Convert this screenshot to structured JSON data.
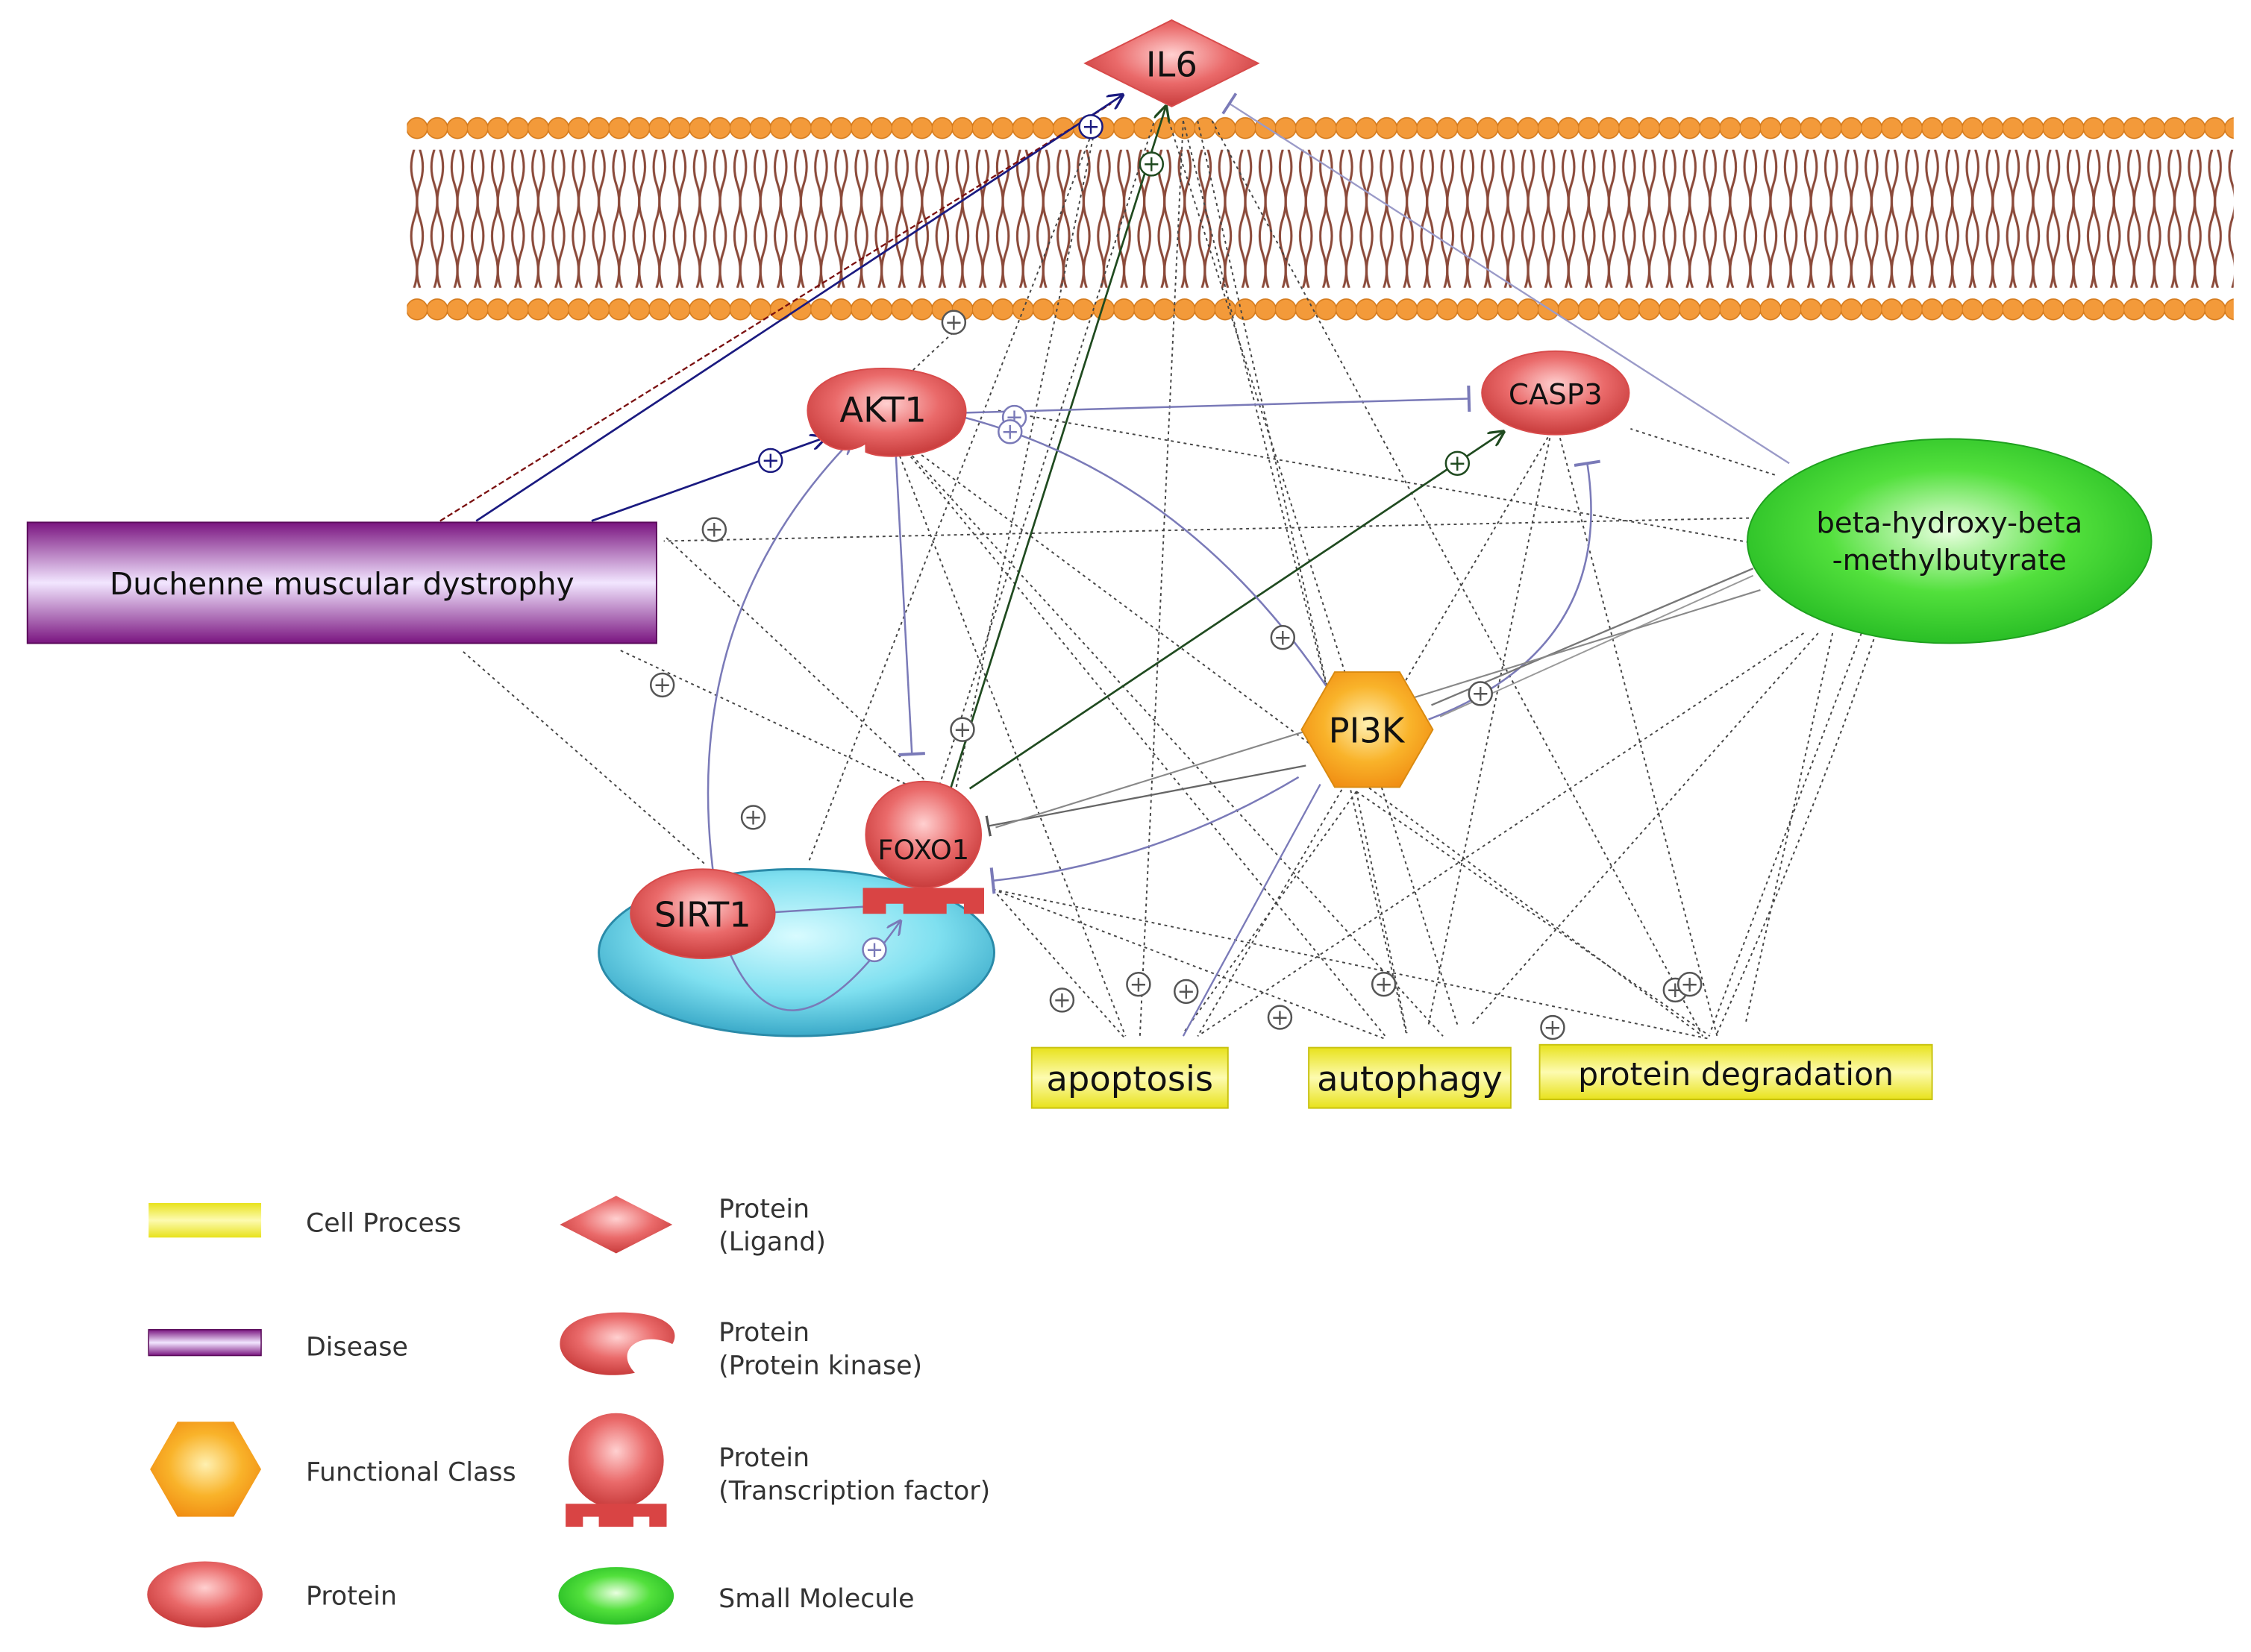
{
  "nodes": {
    "il6": {
      "label": "IL6",
      "kind": "Protein (Ligand)"
    },
    "akt1": {
      "label": "AKT1",
      "kind": "Protein (Protein kinase)"
    },
    "casp3": {
      "label": "CASP3",
      "kind": "Protein"
    },
    "dmd": {
      "label": "Duchenne muscular dystrophy",
      "kind": "Disease"
    },
    "hmb": {
      "line1": "beta-hydroxy-beta",
      "line2": "-methylbutyrate",
      "kind": "Small Molecule"
    },
    "pi3k": {
      "label": "PI3K",
      "kind": "Functional Class"
    },
    "foxo1": {
      "label": "FOXO1",
      "kind": "Protein (Transcription factor)"
    },
    "sirt1": {
      "label": "SIRT1",
      "kind": "Protein"
    },
    "apoptosis": {
      "label": "apoptosis",
      "kind": "Cell Process"
    },
    "autophagy": {
      "label": "autophagy",
      "kind": "Cell Process"
    },
    "protein_degradation": {
      "label": "protein degradation",
      "kind": "Cell Process"
    }
  },
  "edge_markers": {
    "activation": "+",
    "inhibition": "⊣"
  },
  "legend": {
    "items": [
      {
        "key": "cell_process",
        "label": "Cell Process"
      },
      {
        "key": "disease",
        "label": "Disease"
      },
      {
        "key": "functional_class",
        "label": "Functional Class"
      },
      {
        "key": "protein",
        "label": "Protein"
      },
      {
        "key": "ligand",
        "line1": "Protein",
        "line2": "(Ligand)"
      },
      {
        "key": "kinase",
        "line1": "Protein",
        "line2": "(Protein kinase)"
      },
      {
        "key": "tf",
        "line1": "Protein",
        "line2": "(Transcription factor)"
      },
      {
        "key": "small_molecule",
        "label": "Small Molecule"
      }
    ]
  },
  "colors": {
    "protein": "#e05a5a",
    "disease": "#8a1a8a",
    "cell_process": "#f2ef3a",
    "functional_class": "#f5a21e",
    "small_molecule": "#2fd12f",
    "membrane_head": "#f39a3a",
    "membrane_tail": "#8b4a3a",
    "cytoplasm": "#7fe0f0",
    "edge_blue": "#7a7ab8",
    "edge_navy": "#1a1a80",
    "edge_green": "#1f4a1f",
    "edge_gray": "#555555",
    "edge_dotted": "#444444",
    "edge_darkred": "#7a1010"
  }
}
